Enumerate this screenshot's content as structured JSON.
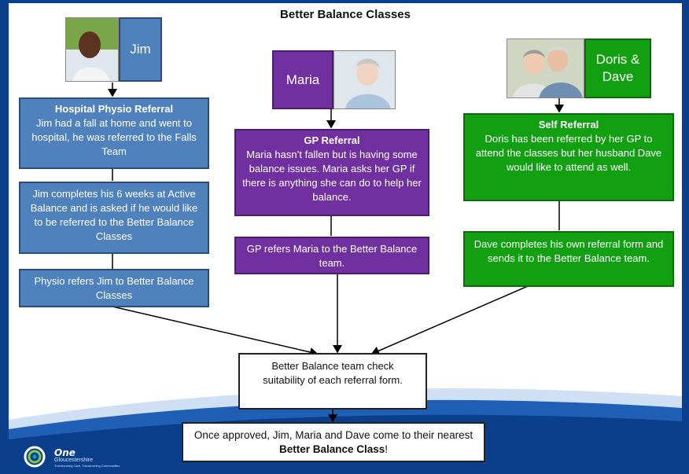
{
  "title": "Better Balance Classes",
  "jim": {
    "name": "Jim",
    "box1_heading": "Hospital Physio Referral",
    "box1_text": "Jim had a fall at home and went to hospital, he was referred to the Falls Team",
    "box2_text": "Jim completes his 6 weeks at Active Balance and is asked if he would like to be referred to the Better Balance Classes",
    "box3_text": "Physio refers Jim to Better Balance Classes"
  },
  "maria": {
    "name": "Maria",
    "box1_heading": "GP Referral",
    "box1_text": "Maria hasn’t fallen but is having some balance issues. Maria asks her GP if there is anything she can do to help her balance.",
    "box2_text": "GP refers Maria to the Better Balance team."
  },
  "doris_dave": {
    "name": "Doris & Dave",
    "box1_heading": "Self Referral",
    "box1_text": "Doris has been referred by her GP to attend the classes but her husband Dave would like to attend as well.",
    "box2_text": "Dave completes his own referral form and sends it to the Better Balance team."
  },
  "check_box_text": "Better Balance team check suitability of each referral form.",
  "final_box": {
    "text_before": "Once approved, Jim, Maria and Dave come to their nearest ",
    "text_bold": "Better Balance Class",
    "text_after": "!"
  },
  "logo": {
    "name": "One",
    "sub": "Gloucestershire",
    "tagline": "Transforming Care, Transforming Communities"
  },
  "colors": {
    "blue": "#4f81bd",
    "purple": "#7030a0",
    "green": "#12a012",
    "frame": "#0b3f8c"
  }
}
